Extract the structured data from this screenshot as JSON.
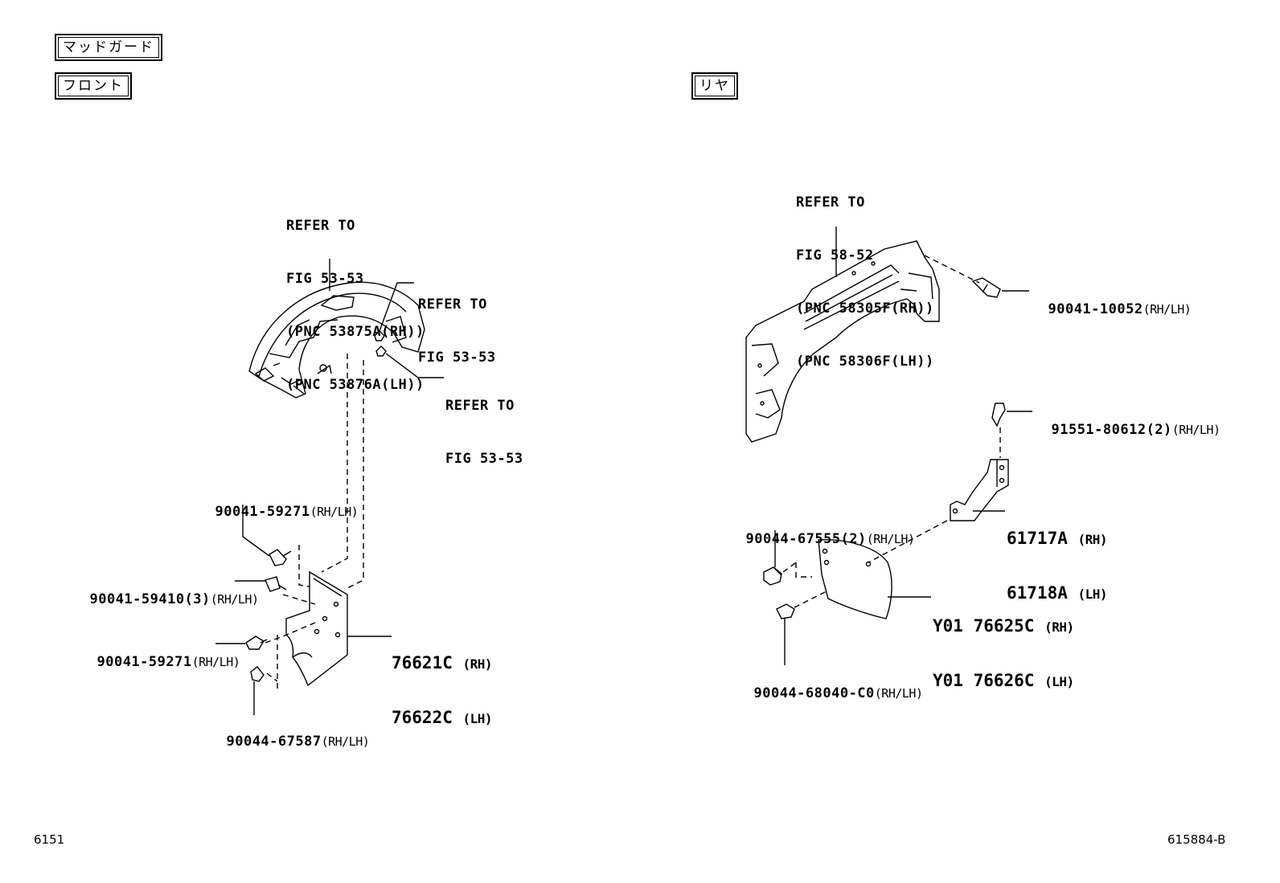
{
  "headers": {
    "section": "マッドガード",
    "front": "フロント",
    "rear": "リヤ"
  },
  "front": {
    "refer_liner": [
      "REFER TO",
      "FIG 53-53",
      "(PNC 53875A(RH))",
      "(PNC 53876A(LH))"
    ],
    "refer_upper": [
      "REFER TO",
      "FIG 53-53"
    ],
    "refer_lower": [
      "REFER TO",
      "FIG 53-53"
    ],
    "part_59271_upper": {
      "number": "90041-59271",
      "suffix": "(RH/LH)"
    },
    "part_59410": {
      "number": "90041-59410(3)",
      "suffix": "(RH/LH)"
    },
    "part_59271_lower": {
      "number": "90041-59271",
      "suffix": "(RH/LH)"
    },
    "part_67587": {
      "number": "90044-67587",
      "suffix": "(RH/LH)"
    },
    "mudguard": {
      "rh": "76621C",
      "rh_side": "(RH)",
      "lh": "76622C",
      "lh_side": "(LH)"
    }
  },
  "rear": {
    "refer_panel": [
      "REFER TO",
      "FIG 58-52",
      "(PNC 58305F(RH))",
      "(PNC 58306F(LH))"
    ],
    "part_10052": {
      "number": "90041-10052",
      "suffix": "(RH/LH)"
    },
    "part_80612": {
      "number": "91551-80612(2)",
      "suffix": "(RH/LH)"
    },
    "bracket": {
      "rh": "61717A",
      "rh_side": "(RH)",
      "lh": "61718A",
      "lh_side": "(LH)"
    },
    "part_67555": {
      "number": "90044-67555(2)",
      "suffix": "(RH/LH)"
    },
    "mudguard": {
      "rh": "Y01 76625C",
      "rh_side": "(RH)",
      "lh": "Y01 76626C",
      "lh_side": "(LH)"
    },
    "part_68040": {
      "number": "90044-68040-C0",
      "suffix": "(RH/LH)"
    }
  },
  "footer": {
    "left_code": "6151",
    "right_code": "615884-B"
  }
}
